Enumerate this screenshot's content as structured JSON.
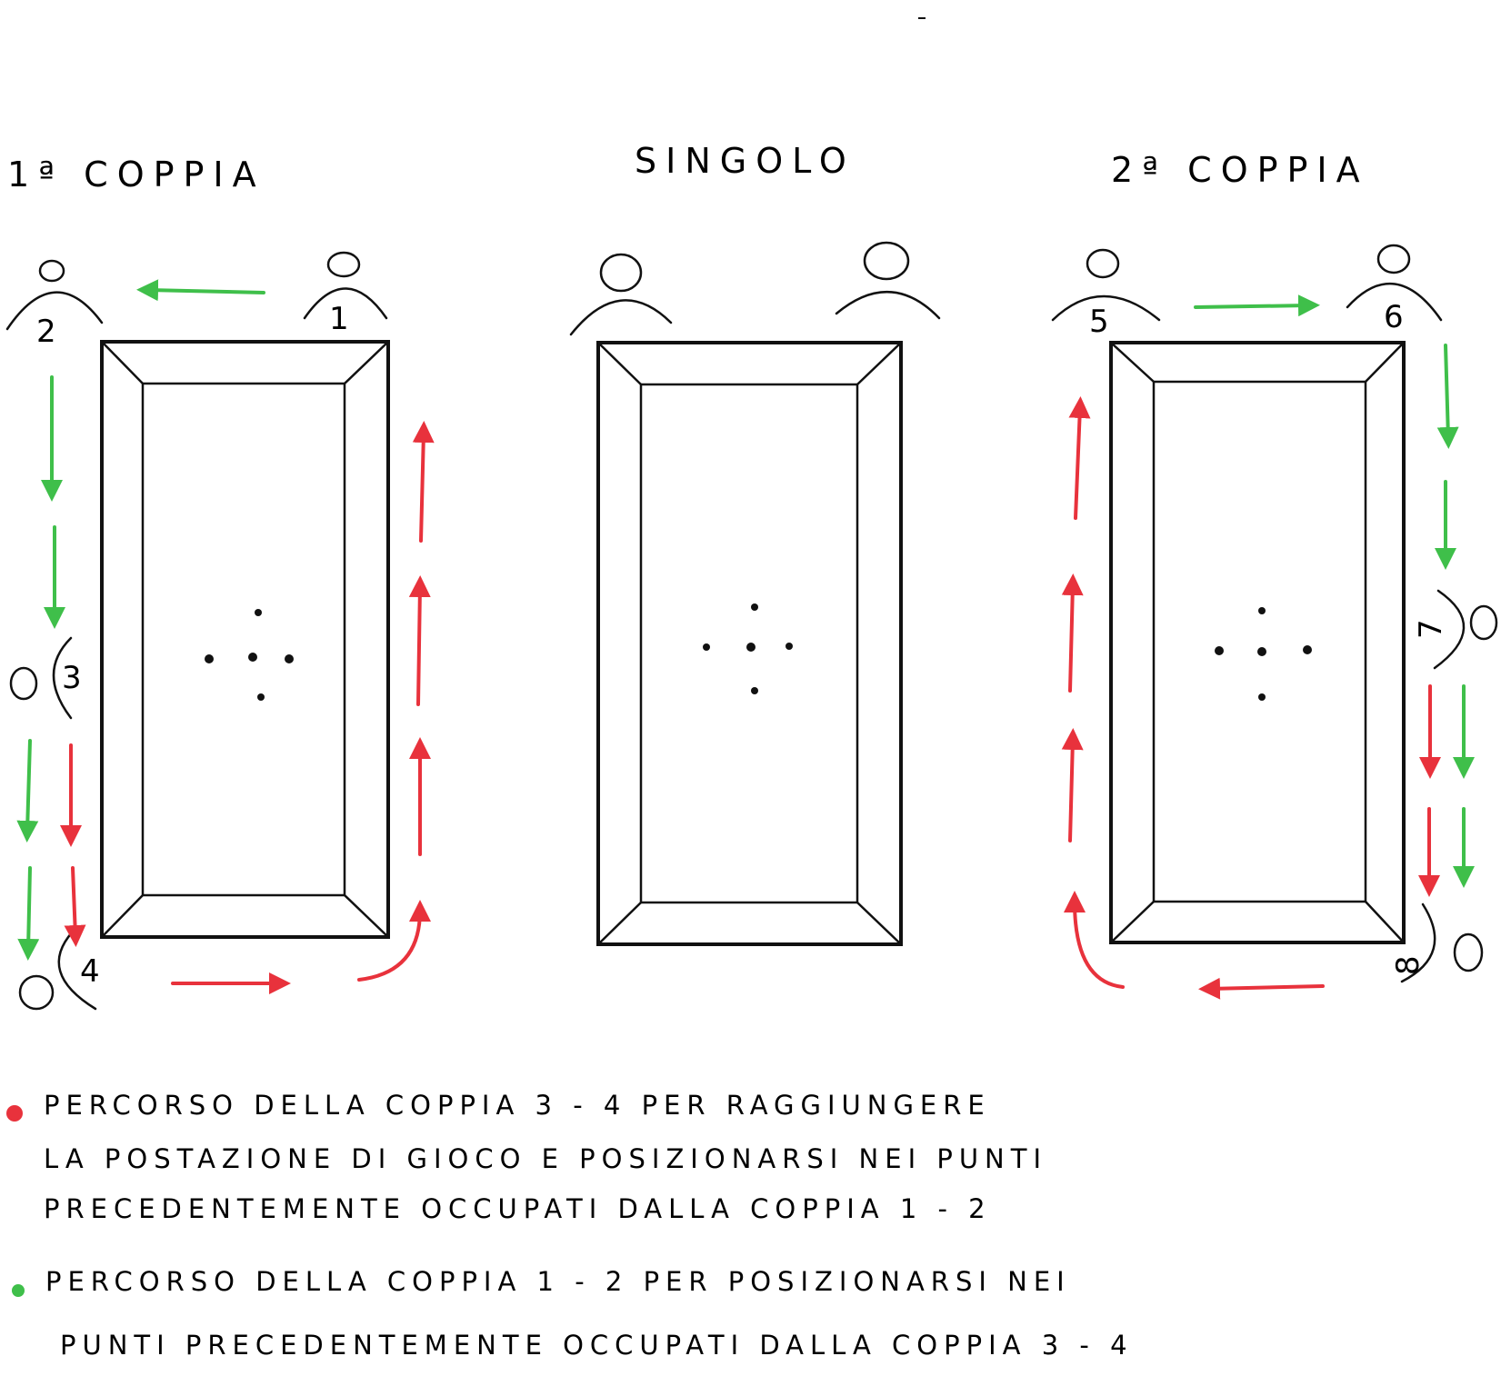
{
  "headings": {
    "left": "1ª COPPIA",
    "middle": "SINGOLO",
    "right": "2ª COPPIA"
  },
  "players": {
    "p1": "1",
    "p2": "2",
    "p3": "3",
    "p4": "4",
    "p5": "5",
    "p6": "6",
    "p7": "7",
    "p8": "8"
  },
  "legend": {
    "red": {
      "color": "#e8323c",
      "lines": [
        "PERCORSO DELLA COPPIA 3 - 4 PER RAGGIUNGERE",
        "LA POSTAZIONE DI GIOCO E POSIZIONARSI NEI PUNTI",
        "PRECEDENTEMENTE OCCUPATI DALLA COPPIA 1 - 2"
      ]
    },
    "green": {
      "color": "#3fbf4a",
      "lines": [
        "PERCORSO DELLA COPPIA 1 - 2 PER POSIZIONARSI NEI",
        "PUNTI PRECEDENTEMENTE OCCUPATI DALLA COPPIA 3 - 4"
      ]
    }
  },
  "colors": {
    "ink": "#111111",
    "red_path": "#e8323c",
    "green_path": "#3fbf4a"
  }
}
